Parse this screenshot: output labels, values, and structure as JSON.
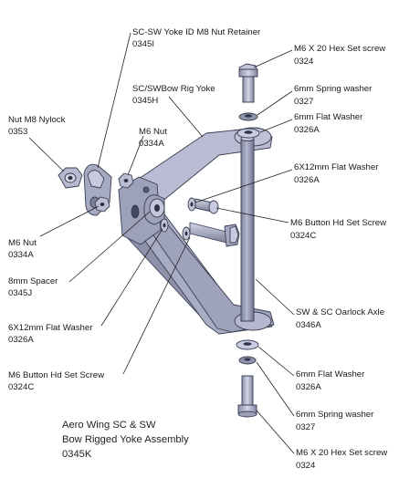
{
  "labels": {
    "nut_retainer": [
      "SC-SW Yoke ID M8 Nut Retainer",
      "0345I"
    ],
    "bow_rig_yoke": [
      "SC/SWBow Rig Yoke",
      "0345H"
    ],
    "nut_m8_nylock": [
      "Nut M8 Nylock",
      "0353"
    ],
    "m6_nut_top": [
      "M6 Nut",
      "0334A"
    ],
    "m6_nut_left": [
      "M6 Nut",
      "0334A"
    ],
    "spacer_8mm": [
      "8mm Spacer",
      "0345J"
    ],
    "flat_washer_6x12_left": [
      "6X12mm Flat Washer",
      "0326A"
    ],
    "button_screw_left": [
      "M6 Button Hd Set Screw",
      "0324C"
    ],
    "hex_screw_top": [
      "M6 X 20 Hex Set screw",
      "0324"
    ],
    "spring_washer_top": [
      "6mm Spring washer",
      "0327"
    ],
    "flat_washer_top": [
      "6mm Flat Washer",
      "0326A"
    ],
    "flat_washer_6x12_right": [
      "6X12mm Flat Washer",
      "0326A"
    ],
    "button_screw_right": [
      "M6 Button Hd Set Screw",
      "0324C"
    ],
    "oarlock_axle": [
      "SW & SC Oarlock Axle",
      "0346A"
    ],
    "flat_washer_bottom": [
      "6mm Flat Washer",
      "0326A"
    ],
    "spring_washer_bottom": [
      "6mm Spring washer",
      "0327"
    ],
    "hex_screw_bottom": [
      "M6 X 20 Hex Set screw",
      "0324"
    ]
  },
  "assembly_title": [
    "Aero Wing SC & SW",
    "Bow Rigged Yoke Assembly",
    "0345K"
  ],
  "colors": {
    "part_fill": "#a9adc4",
    "part_light": "#c9cce0",
    "part_dark": "#6f738d",
    "line": "#222222"
  }
}
